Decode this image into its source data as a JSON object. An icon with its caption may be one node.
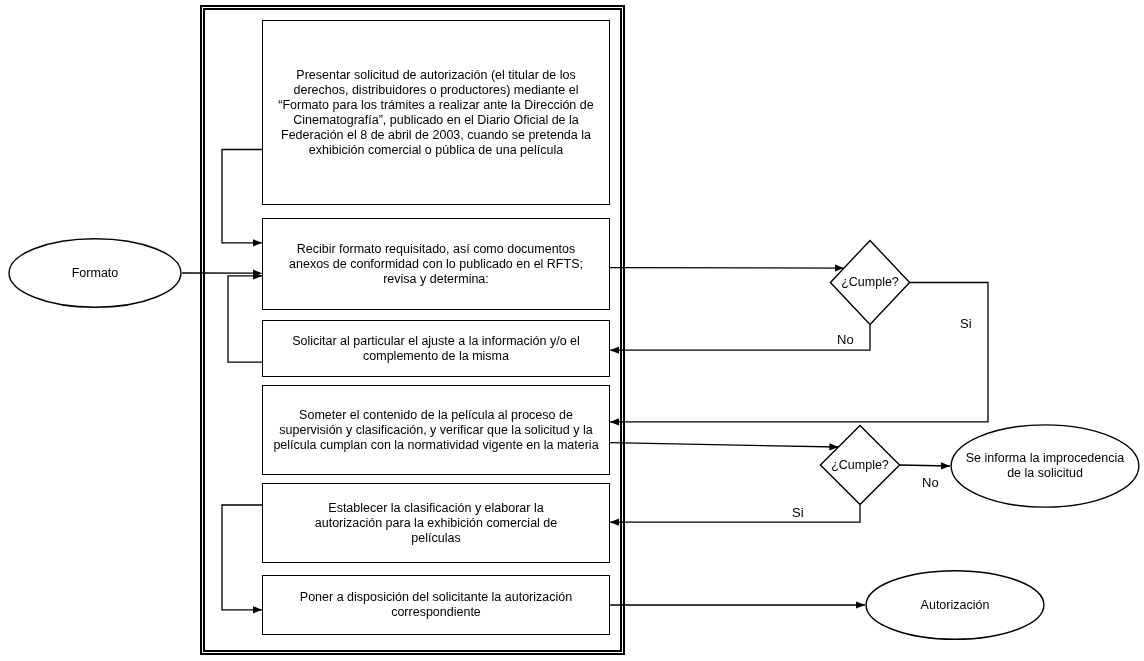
{
  "diagram": {
    "nodes": [
      {
        "text": [
          "Presentar solicitud de autorización (el titular de los derechos, distribuidores o productores) mediante el “Formato para los trámites a realizar ante la Dirección de Cinematografía”, publicado en el Diario Oficial de la Federación el 8 de abril de 2003, cuando se pretenda la exhibición comercial o pública de una película"
        ]
      },
      {
        "text": [
          "Formato"
        ]
      },
      {
        "text": [
          "Recibir formato requisitado, así como documentos anexos de conformidad con lo publicado en el RFTS; revisa y determina:"
        ]
      },
      {
        "text": [
          "¿Cumple?"
        ]
      },
      {
        "text": [
          "Solicitar al particular el ajuste a la información y/o el complemento de la misma"
        ]
      },
      {
        "text": [
          "Someter el contenido de la película al proceso de supervisión y clasificación, y verificar que la solicitud y la película cumplan con la normatividad vigente en la materia"
        ]
      },
      {
        "text": [
          "¿Cumple?"
        ]
      },
      {
        "text": [
          "Se informa la improcedencia de la solicitud"
        ]
      },
      {
        "text": [
          "Establecer la clasificación y elaborar la autorización para la exhibición comercial de películas"
        ]
      },
      {
        "text": [
          "Poner a disposición del solicitante la autorización correspondiente"
        ]
      },
      {
        "text": [
          "Autorización"
        ]
      }
    ],
    "edges": [
      {
        "from": 0,
        "to": 2,
        "arrow": "to"
      },
      {
        "from": 1,
        "to": 2,
        "arrow": "to"
      },
      {
        "from": 2,
        "to": 3,
        "arrow": "to"
      },
      {
        "from": 3,
        "to": 4,
        "arrow": "to",
        "label": "No"
      },
      {
        "from": 3,
        "to": 5,
        "arrow": "to",
        "label": "Si"
      },
      {
        "from": 4,
        "to": 2,
        "arrow": "to"
      },
      {
        "from": 5,
        "to": 6,
        "arrow": "to"
      },
      {
        "from": 6,
        "to": 7,
        "arrow": "to",
        "label": "No"
      },
      {
        "from": 6,
        "to": 8,
        "arrow": "to",
        "label": "Si"
      },
      {
        "from": 8,
        "to": 9,
        "arrow": "to"
      },
      {
        "from": 9,
        "to": 10,
        "arrow": "to"
      }
    ]
  }
}
